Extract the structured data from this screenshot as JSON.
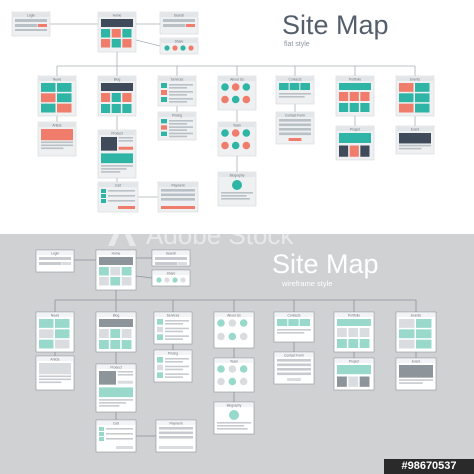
{
  "flat": {
    "title": "Site Map",
    "subtitle": "flat style",
    "pages": {
      "login": "Login",
      "home": "Home",
      "search": "Search",
      "share": "Share",
      "news": "News",
      "blog": "Blog",
      "services": "Services",
      "about": "About Us",
      "contacts": "Contacts",
      "portfolio": "Portfolio",
      "events": "Events",
      "article": "Article",
      "product": "Product",
      "pricing": "Pricing",
      "team": "Team",
      "contact_form": "Contact Form",
      "project": "Project",
      "event": "Event",
      "biography": "Biography",
      "cart": "Cart",
      "payment": "Payment"
    }
  },
  "wire": {
    "title": "Site Map",
    "subtitle": "wireframe style",
    "pages": {
      "login": "Login",
      "home": "Home",
      "search": "Search",
      "share": "Share",
      "news": "News",
      "blog": "Blog",
      "services": "Services",
      "about": "About Us",
      "contacts": "Contacts",
      "portfolio": "Portfolio",
      "events": "Events",
      "article": "Article",
      "product": "Product",
      "pricing": "Pricing",
      "team": "Team",
      "contact_form": "Contact Form",
      "project": "Project",
      "event": "Event",
      "biography": "Biography",
      "cart": "Cart",
      "payment": "Payment"
    }
  },
  "watermark": "Adobe Stock",
  "image_id": "#98670537",
  "colors": {
    "top_bg": "#ffffff",
    "bottom_bg": "#cfd1d3",
    "card": "#eef0f1",
    "card_border": "#d3d7da",
    "line": "#a9b0b5",
    "teal": "#2fb5a5",
    "coral": "#f07d6b",
    "navy": "#3f4a5a",
    "title": "#555f6c",
    "wire_card": "#ffffff",
    "wire_line": "#8d949a",
    "wire_fill": "#dadde0",
    "wire_accent": "#98d9cc",
    "wire_circle": "#a7dccf"
  }
}
